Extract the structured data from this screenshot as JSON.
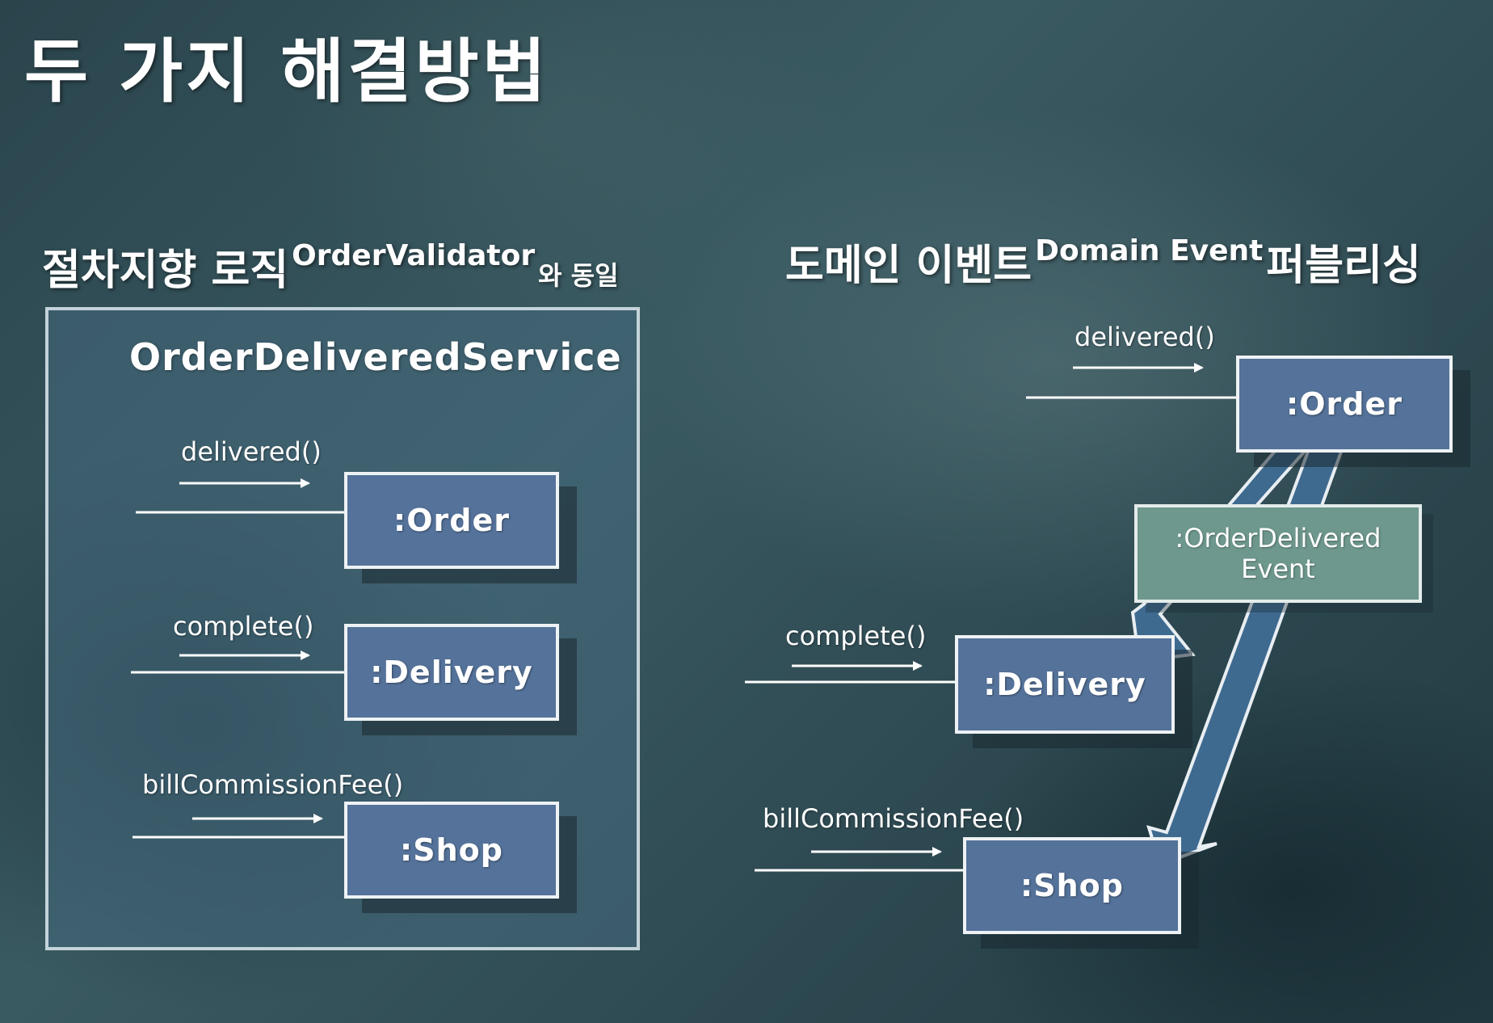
{
  "page_title": "두 가지 해결방법",
  "left": {
    "heading": "절차지향 로직",
    "heading_sup": "OrderValidator",
    "heading_note": "와 동일",
    "service_name": "OrderDeliveredService",
    "messages": {
      "delivered": "delivered()",
      "complete": "complete()",
      "bill": "billCommissionFee()"
    },
    "objects": {
      "order": ":Order",
      "delivery": ":Delivery",
      "shop": ":Shop"
    }
  },
  "right": {
    "heading": "도메인 이벤트",
    "heading_sup": "Domain Event",
    "heading_tail": "퍼블리싱",
    "messages": {
      "delivered": "delivered()",
      "complete": "complete()",
      "bill": "billCommissionFee()"
    },
    "objects": {
      "order": ":Order",
      "delivery": ":Delivery",
      "shop": ":Shop"
    },
    "event_line1": ":OrderDelivered",
    "event_line2": "Event"
  },
  "colors": {
    "object_fill": "#54729a",
    "event_fill": "#6e978d",
    "line": "#ffffff",
    "event_arrow": "#3f6a90"
  }
}
